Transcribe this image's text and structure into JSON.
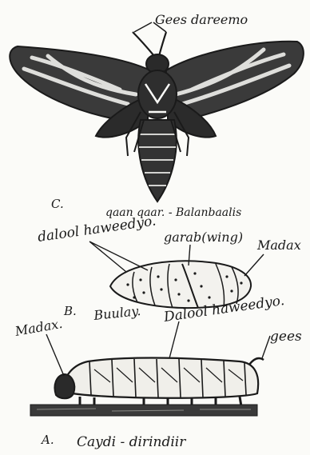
{
  "labels": {
    "antennae": "Gees dareemo",
    "adult_letter": "C.",
    "adult_name": "qaan qaar. - Balanbaalis",
    "spiracles_pupa": "dalool haweedyo.",
    "wing": "garab(wing)",
    "pupa_head": "Madax",
    "pupa_letter": "B.",
    "pupa_name": "Buulay.",
    "larva_head": "Madax.",
    "spiracles_larva": "Dalool haweedyo.",
    "horn": "gees",
    "larva_letter": "A.",
    "larva_name": "Caydi - dirindiir"
  },
  "colors": {
    "ink": "#1a1a1a",
    "paper": "#fbfbf8"
  }
}
